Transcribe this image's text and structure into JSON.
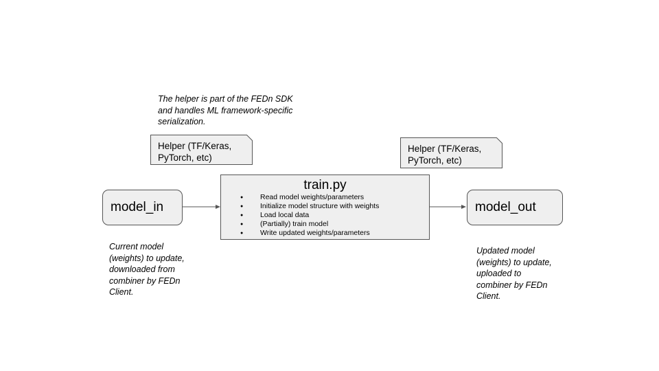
{
  "diagram": {
    "helper_note": "The helper is part of the FEDn SDK\nand handles ML framework-specific\nserialization.",
    "helper_left_label": "Helper (TF/Keras,\nPyTorch, etc)",
    "helper_right_label": "Helper (TF/Keras,\nPyTorch, etc)",
    "model_in_label": "model_in",
    "model_out_label": "model_out",
    "train": {
      "title": "train.py",
      "steps": [
        "Read model weights/parameters",
        "Initialize model structure with weights",
        "Load local data",
        "(Partially) train model",
        "Write updated weights/parameters"
      ]
    },
    "model_in_note": "Current model\n(weights) to update,\ndownloaded from\ncombiner by FEDn\nClient.",
    "model_out_note": "Updated model\n(weights) to update,\nuploaded to\ncombiner by FEDn\nClient.",
    "colors": {
      "box_fill": "#efefef",
      "border": "#555555",
      "arrow": "#555555"
    }
  }
}
